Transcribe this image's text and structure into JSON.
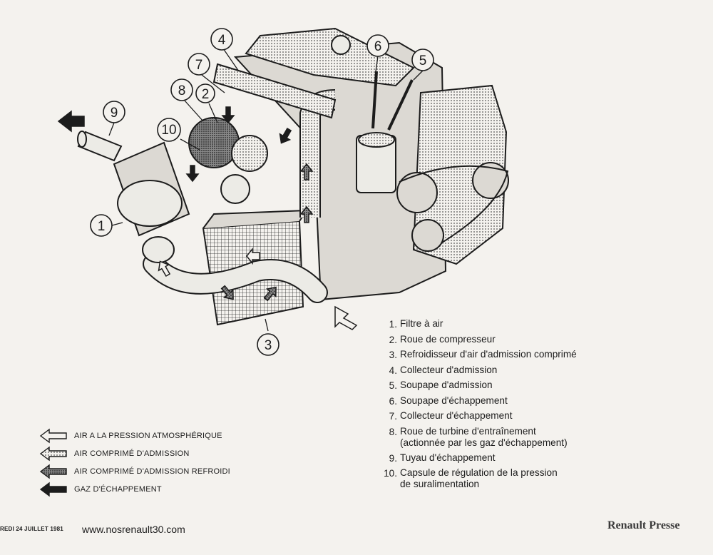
{
  "callouts": [
    "1",
    "2",
    "3",
    "4",
    "5",
    "6",
    "7",
    "8",
    "9",
    "10"
  ],
  "components": [
    {
      "num": "1.",
      "label": "Filtre à air"
    },
    {
      "num": "2.",
      "label": "Roue de compresseur"
    },
    {
      "num": "3.",
      "label": "Refroidisseur d'air d'admission comprimé"
    },
    {
      "num": "4.",
      "label": "Collecteur d'admission"
    },
    {
      "num": "5.",
      "label": "Soupape d'admission"
    },
    {
      "num": "6.",
      "label": "Soupape d'échappement"
    },
    {
      "num": "7.",
      "label": "Collecteur d'échappement"
    },
    {
      "num": "8.",
      "label": "Roue de turbine d'entraînement\n(actionnée par les gaz d'échappement)"
    },
    {
      "num": "9.",
      "label": "Tuyau d'échappement"
    },
    {
      "num": "10.",
      "label": "Capsule de régulation de la pression\nde suralimentation"
    }
  ],
  "arrow_key": [
    {
      "label": "AIR A LA PRESSION ATMOSPHÉRIQUE",
      "style": "outline"
    },
    {
      "label": "AIR COMPRIMÉ D'ADMISSION",
      "style": "light-dotted"
    },
    {
      "label": "AIR COMPRIMÉ D'ADMISSION REFROIDI",
      "style": "dark-dotted"
    },
    {
      "label": "GAZ D'ÉCHAPPEMENT",
      "style": "solid"
    }
  ],
  "footer": {
    "date": "REDI 24 JUILLET 1981",
    "url": "www.nosrenault30.com",
    "brand": "Renault Presse"
  },
  "colors": {
    "paper": "#f4f2ee",
    "ink": "#1c1c1c",
    "shade": "#bdbab4"
  }
}
